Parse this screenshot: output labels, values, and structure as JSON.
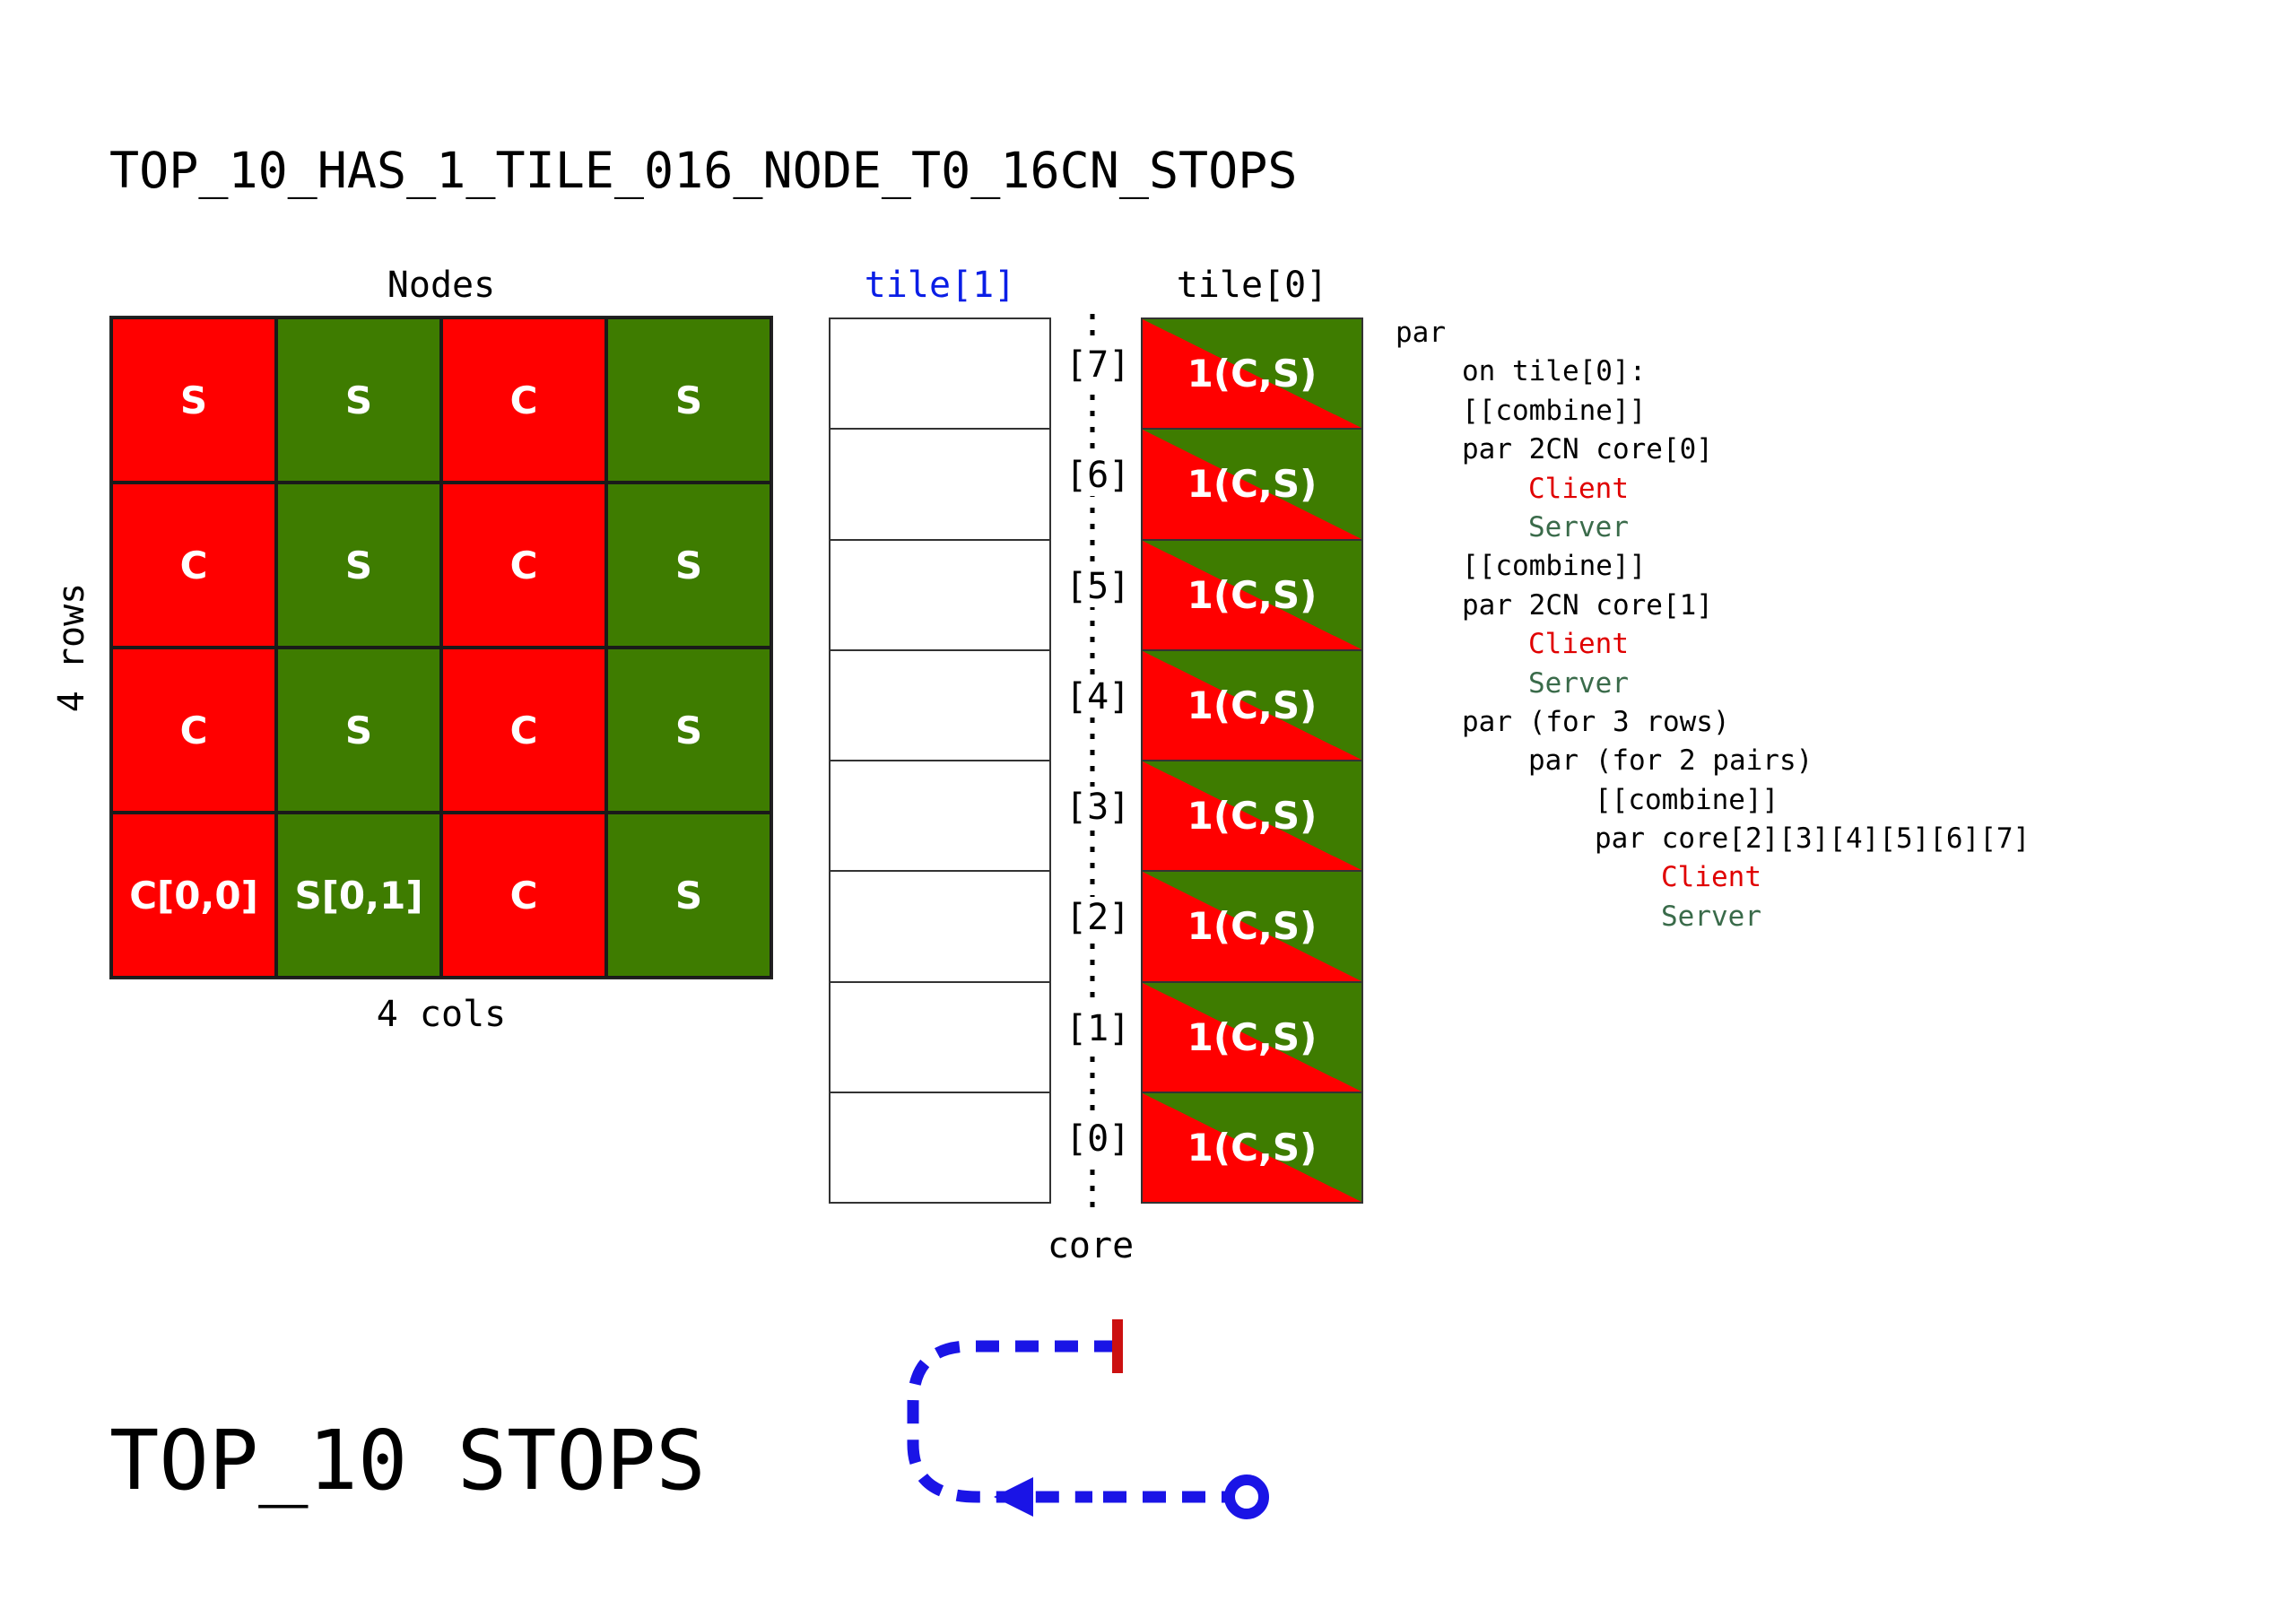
{
  "title": "TOP_10_HAS_1_TILE_016_NODE_T0_16CN_STOPS",
  "bottom_title": "TOP_10 STOPS",
  "nodes": {
    "header": "Nodes",
    "rows_label": "4 rows",
    "cols_label": "4 cols",
    "cells": [
      [
        "S",
        "S",
        "C",
        "S"
      ],
      [
        "C",
        "S",
        "C",
        "S"
      ],
      [
        "C",
        "S",
        "C",
        "S"
      ],
      [
        "C[0,0]",
        "S[0,1]",
        "C",
        "S"
      ]
    ],
    "types": [
      [
        "C",
        "S",
        "C",
        "S"
      ],
      [
        "C",
        "S",
        "C",
        "S"
      ],
      [
        "C",
        "S",
        "C",
        "S"
      ],
      [
        "C",
        "S",
        "C",
        "S"
      ]
    ]
  },
  "tiles": {
    "tile1_label": "tile[1]",
    "tile0_label": "tile[0]",
    "core_label": "core",
    "core_indices": [
      "[7]",
      "[6]",
      "[5]",
      "[4]",
      "[3]",
      "[2]",
      "[1]",
      "[0]"
    ],
    "tile0_cells": [
      "1(C,S)",
      "1(C,S)",
      "1(C,S)",
      "1(C,S)",
      "1(C,S)",
      "1(C,S)",
      "1(C,S)",
      "1(C,S)"
    ]
  },
  "code_lines": [
    {
      "indent": 0,
      "text": "par",
      "color": "default"
    },
    {
      "indent": 1,
      "text": "on tile[0]:",
      "color": "default"
    },
    {
      "indent": 1,
      "text": "[[combine]]",
      "color": "default"
    },
    {
      "indent": 1,
      "text": "par 2CN core[0]",
      "color": "default"
    },
    {
      "indent": 2,
      "text": "Client",
      "color": "red"
    },
    {
      "indent": 2,
      "text": "Server",
      "color": "green"
    },
    {
      "indent": 1,
      "text": "[[combine]]",
      "color": "default"
    },
    {
      "indent": 1,
      "text": "par 2CN core[1]",
      "color": "default"
    },
    {
      "indent": 2,
      "text": "Client",
      "color": "red"
    },
    {
      "indent": 2,
      "text": "Server",
      "color": "green"
    },
    {
      "indent": 1,
      "text": "par (for 3 rows)",
      "color": "default"
    },
    {
      "indent": 2,
      "text": "par (for 2 pairs)",
      "color": "default"
    },
    {
      "indent": 3,
      "text": "[[combine]]",
      "color": "default"
    },
    {
      "indent": 3,
      "text": "par core[2][3][4][5][6][7]",
      "color": "default"
    },
    {
      "indent": 4,
      "text": "Client",
      "color": "red"
    },
    {
      "indent": 4,
      "text": "Server",
      "color": "green"
    }
  ],
  "colors": {
    "client": "#ff0000",
    "server": "#3e7c00",
    "tile1_label": "#0a1ee6",
    "code_client": "#e00000",
    "code_server": "#3a6b4a",
    "path_arrow": "#1a14e6",
    "path_stop": "#cc1010"
  }
}
